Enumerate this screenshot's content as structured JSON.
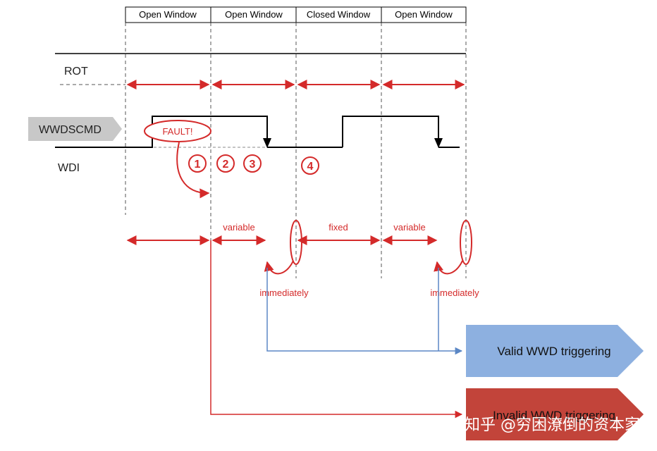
{
  "windows": [
    {
      "label": "Open Window"
    },
    {
      "label": "Open Window"
    },
    {
      "label": "Closed Window"
    },
    {
      "label": "Open Window"
    }
  ],
  "signals": {
    "rot": "ROT",
    "wwdscmd": "WWDSCMD",
    "wdi": "WDI"
  },
  "fault_label": "FAULT!",
  "steps": [
    "1",
    "2",
    "3",
    "4"
  ],
  "interval_labels": {
    "variable_1": "variable",
    "fixed": "fixed",
    "variable_2": "variable"
  },
  "immediately_1": "immediately",
  "immediately_2": "immediately",
  "results": {
    "valid": "Valid WWD triggering",
    "invalid": "Invalid WWD triggering"
  },
  "watermark": "知乎 @穷困潦倒的资本家",
  "colors": {
    "red": "#d42a2a",
    "blue": "#5b87c5",
    "valid_box": "#8db0e0",
    "invalid_box": "#c2443a",
    "gray_tag": "#c8c8c8"
  }
}
